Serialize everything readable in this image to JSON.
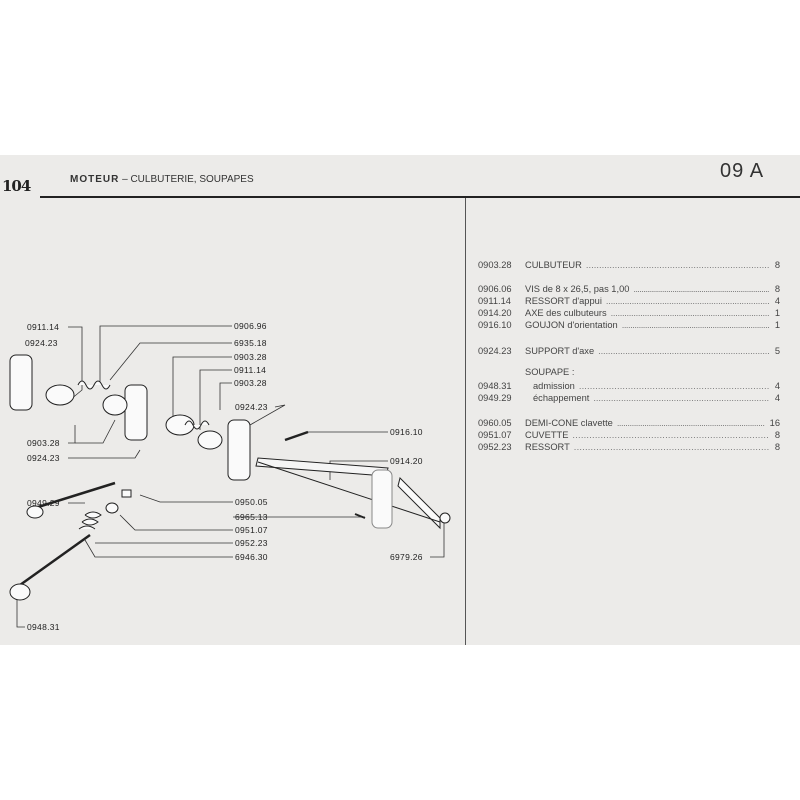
{
  "header": {
    "logo": "104",
    "title_bold": "MOTEUR",
    "title_rest": " – CULBUTERIE, SOUPAPES",
    "page_ref": "09 A"
  },
  "diagram_labels": {
    "l0911_14_a": "0911.14",
    "l0924_23_a": "0924.23",
    "l0906_96": "0906.96",
    "l6935_18": "6935.18",
    "l0903_28_a": "0903.28",
    "l0911_14_b": "0911.14",
    "l0903_28_b": "0903.28",
    "l0924_23_b": "0924.23",
    "l0916_10": "0916.10",
    "l0903_28_c": "0903.28",
    "l0924_23_c": "0924.23",
    "l0914_20": "0914.20",
    "l0949_29": "0949.29",
    "l0950_05": "0950.05",
    "l6965_13": "6965.13",
    "l0951_07": "0951.07",
    "l0952_23": "0952.23",
    "l6946_30": "6946.30",
    "l6979_26": "6979.26",
    "l0948_31": "0948.31"
  },
  "parts": [
    {
      "code": "0903.28",
      "desc": "CULBUTEUR",
      "qty": "8"
    },
    {
      "code": "0906.06",
      "desc": "VIS de 8 x 26,5, pas 1,00",
      "qty": "8"
    },
    {
      "code": "0911.14",
      "desc": "RESSORT d'appui",
      "qty": "4"
    },
    {
      "code": "0914.20",
      "desc": "AXE des culbuteurs",
      "qty": "1"
    },
    {
      "code": "0916.10",
      "desc": "GOUJON d'orientation",
      "qty": "1"
    },
    {
      "code": "0924.23",
      "desc": "SUPPORT d'axe",
      "qty": "5"
    },
    {
      "code": "0948.31",
      "desc": "admission",
      "qty": "4"
    },
    {
      "code": "0949.29",
      "desc": "échappement",
      "qty": "4"
    },
    {
      "code": "0960.05",
      "desc": "DEMI-CONE clavette",
      "qty": "16"
    },
    {
      "code": "0951.07",
      "desc": "CUVETTE",
      "qty": "8"
    },
    {
      "code": "0952.23",
      "desc": "RESSORT",
      "qty": "8"
    }
  ],
  "soupape_heading": "SOUPAPE :",
  "dots": "......................................................................"
}
